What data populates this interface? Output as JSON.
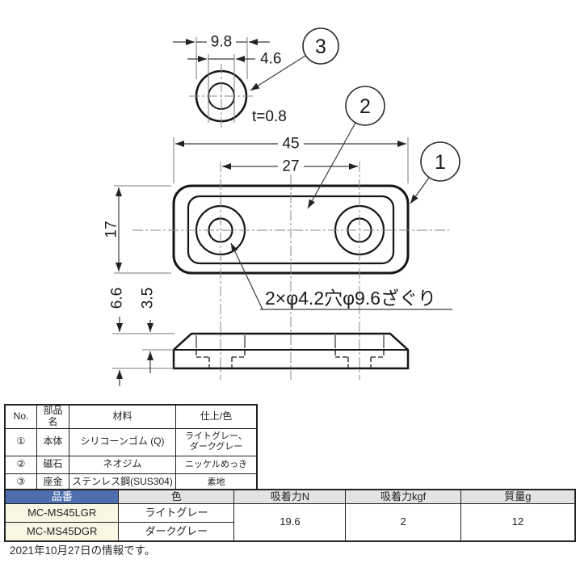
{
  "colors": {
    "part-fill": "#d3d3d3",
    "header-blue": "#4e6fad",
    "header-gray": "#e3e3e3",
    "code-bg": "#f9f6e3"
  },
  "drawing": {
    "dims": {
      "washer_od": "9.8",
      "washer_id": "4.6",
      "washer_thickness": "t=0.8",
      "body_width": "45",
      "hole_pitch": "27",
      "body_depth": "17",
      "total_height": "6.6",
      "step_height": "3.5"
    },
    "callouts": {
      "c1": "1",
      "c2": "2",
      "c3": "3"
    },
    "hole_note": "2×φ4.2穴φ9.6ざぐり"
  },
  "material_table": {
    "headers": [
      "No.",
      "部品名",
      "材料",
      "仕上/色"
    ],
    "rows": [
      {
        "no": "①",
        "name": "本体",
        "material": "シリコーンゴム (Q)",
        "finish_line1": "ライトグレー、",
        "finish_line2": "ダークグレー"
      },
      {
        "no": "②",
        "name": "磁石",
        "material": "ネオジム",
        "finish": "ニッケルめっき"
      },
      {
        "no": "③",
        "name": "座金",
        "material": "ステンレス鋼(SUS304)",
        "finish": "素地"
      }
    ]
  },
  "product_table": {
    "headers": [
      "品番",
      "色",
      "吸着力N",
      "吸着力kgf",
      "質量g"
    ],
    "rows": [
      {
        "code": "MC-MS45LGR",
        "color": "ライトグレー"
      },
      {
        "code": "MC-MS45DGR",
        "color": "ダークグレー"
      }
    ],
    "shared": {
      "force_n": "19.6",
      "force_kgf": "2",
      "mass_g": "12"
    }
  },
  "footer": {
    "date_note": "2021年10月27日の情報です。"
  }
}
